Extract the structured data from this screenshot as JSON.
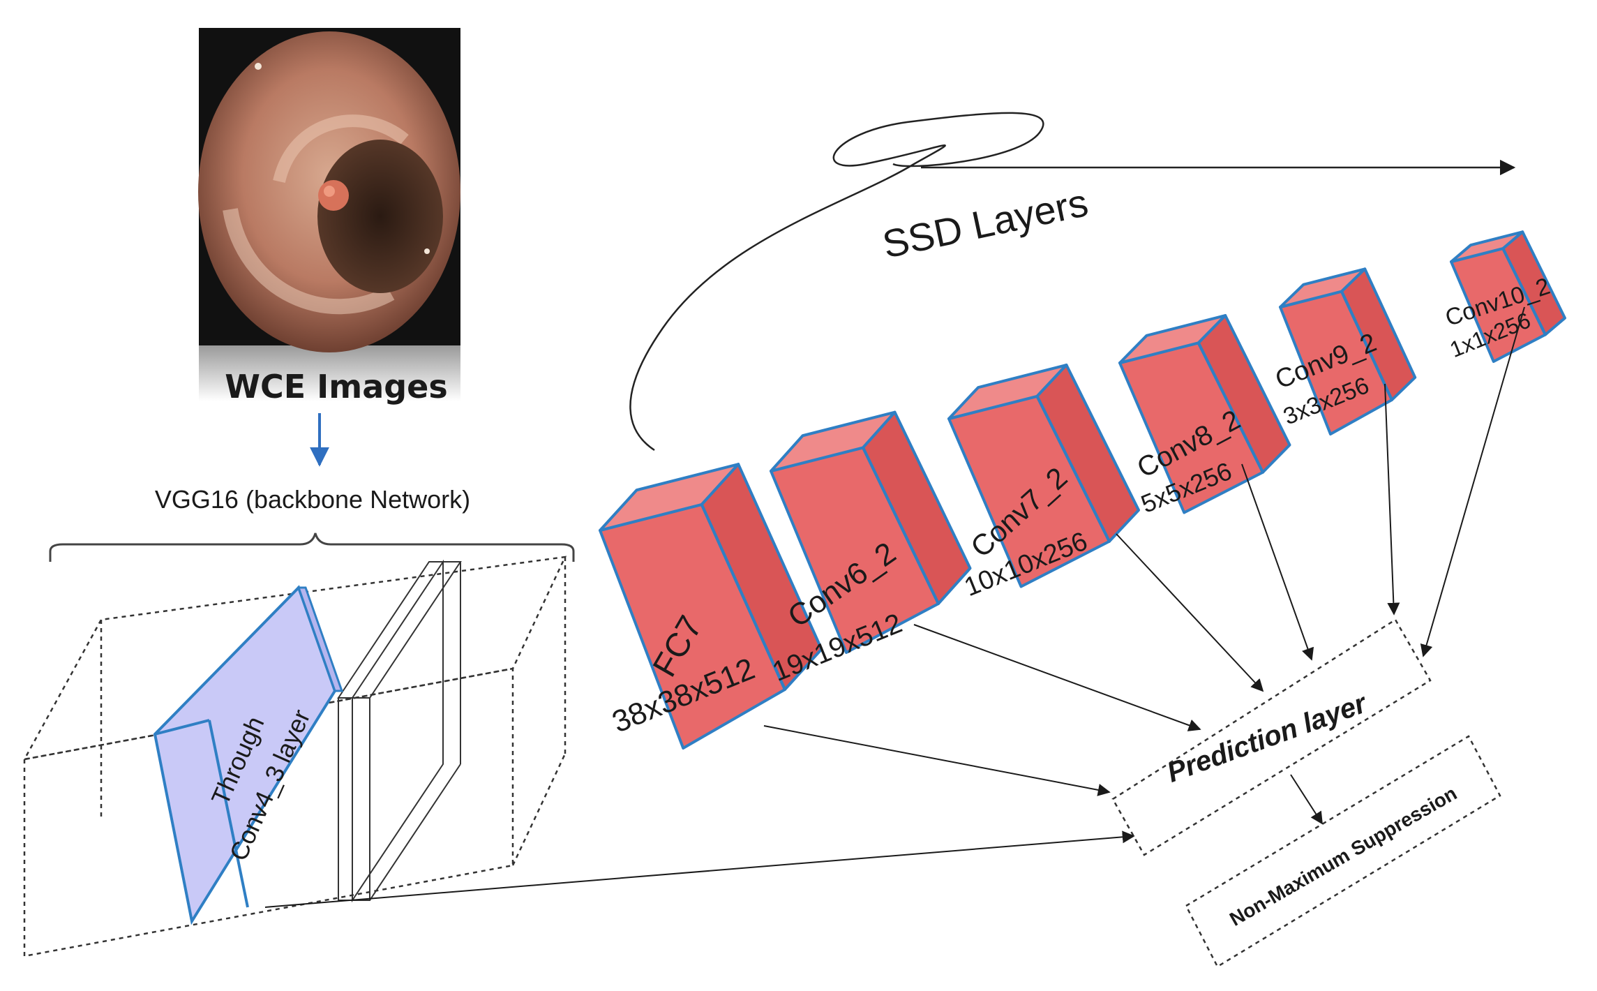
{
  "input": {
    "title": "WCE Images",
    "backbone_label": "VGG16 (backbone Network)",
    "backbone_layer_line1": "Through",
    "backbone_layer_line2": "Conv4_3 layer"
  },
  "ssd": {
    "title": "SSD Layers",
    "layers": [
      {
        "name": "FC7",
        "size": "38x38x512"
      },
      {
        "name": "Conv6_2",
        "size": "19x19x512"
      },
      {
        "name": "Conv7_2",
        "size": "10x10x256"
      },
      {
        "name": "Conv8_2",
        "size": "5x5x256"
      },
      {
        "name": "Conv9_2",
        "size": "3x3x256"
      },
      {
        "name": "Conv10_2",
        "size": "1x1x256"
      }
    ]
  },
  "prediction": {
    "label": "Prediction layer"
  },
  "nms": {
    "label": "Non-Maximum Suppression"
  },
  "colors": {
    "ssd_face": "#e8696a",
    "ssd_edge": "#2f7fc4",
    "backbone_face": "#c9c9f7",
    "arrow_blue": "#2f6fc0",
    "line": "#1a1a1a"
  }
}
